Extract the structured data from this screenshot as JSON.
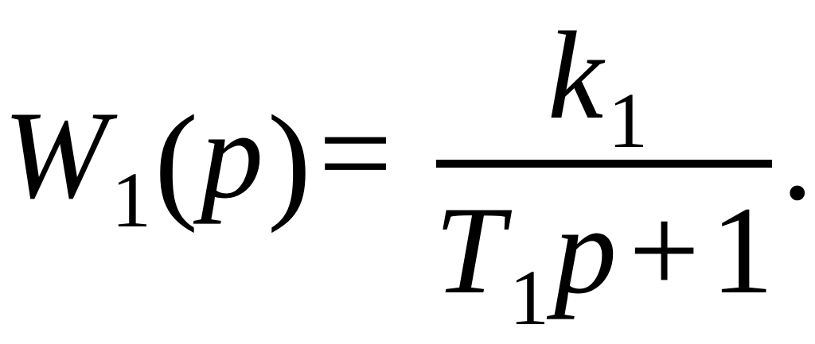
{
  "formula": {
    "lhs": {
      "symbol": "W",
      "subscript": "1",
      "open_paren": "(",
      "argument": "p",
      "close_paren": ")"
    },
    "equals": "=",
    "numerator": {
      "symbol": "k",
      "subscript": "1"
    },
    "denominator": {
      "symbol": "T",
      "subscript": "1",
      "variable": "p",
      "plus": "+",
      "constant": "1"
    },
    "terminator": "."
  }
}
